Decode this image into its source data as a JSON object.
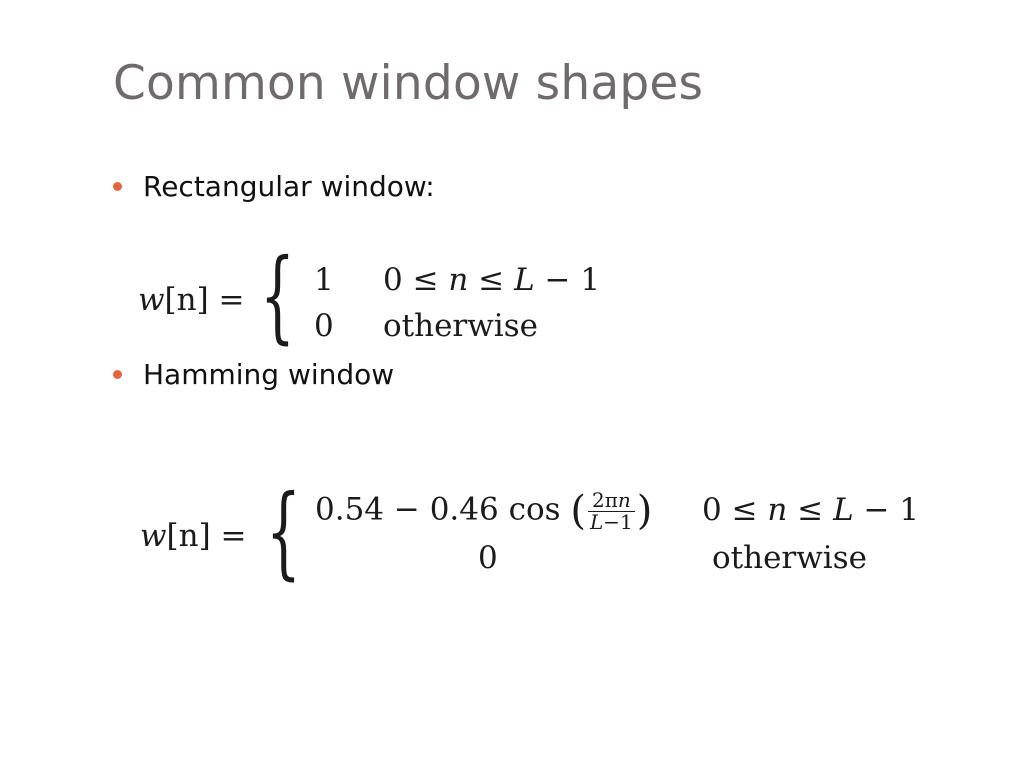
{
  "slide": {
    "title": "Common window shapes",
    "bullets": [
      {
        "label": "Rectangular window:"
      },
      {
        "label": "Hamming window"
      }
    ],
    "accent_color": "#e2673f",
    "title_color": "#6f6a6b",
    "equations": {
      "rect": {
        "lhs_fn": "w",
        "lhs_arg": "[n] =",
        "case1_value": "1",
        "case1_cond_pre": "0 ≤ ",
        "case1_cond_var": "n",
        "case1_cond_mid": " ≤ ",
        "case1_cond_L": "L",
        "case1_cond_post": " − 1",
        "case2_value": "0",
        "case2_cond": "otherwise"
      },
      "hamming": {
        "lhs_fn": "w",
        "lhs_arg": "[n] =",
        "case1_value_pre": "0.54 − 0.46 cos",
        "frac_num_pre": "2π",
        "frac_num_var": "n",
        "frac_den_var": "L",
        "frac_den_post": "−1",
        "case1_cond_pre": "0 ≤ ",
        "case1_cond_var": "n",
        "case1_cond_mid": " ≤ ",
        "case1_cond_L": "L",
        "case1_cond_post": " − 1",
        "case2_value": "0",
        "case2_cond": "otherwise"
      }
    }
  }
}
